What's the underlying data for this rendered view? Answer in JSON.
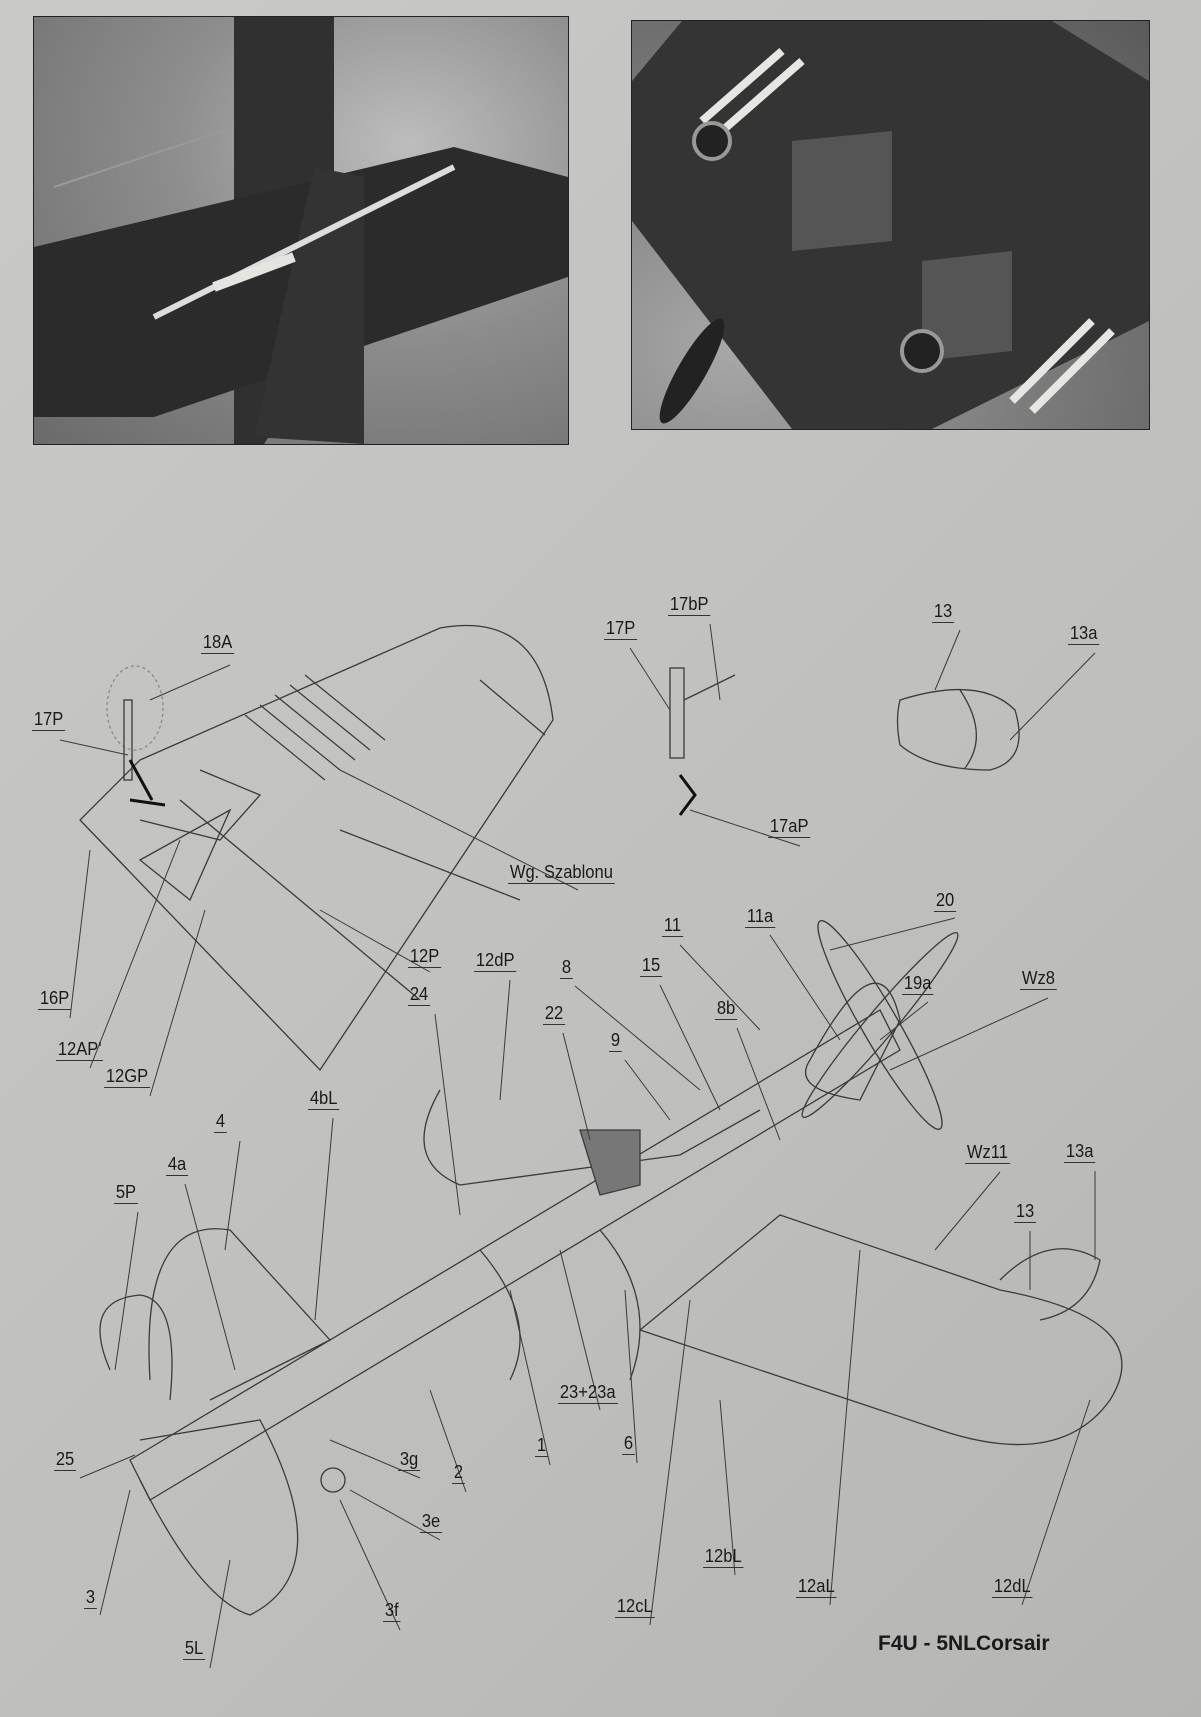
{
  "photos": [
    {
      "caption": ""
    },
    {
      "caption": ""
    }
  ],
  "labels": {
    "l18A": "18A",
    "l17P_left": "17P",
    "wg_szablonu": "Wg. Szablonu",
    "l12P": "12P",
    "l12dP": "12dP",
    "l16P": "16P",
    "l12AP": "12AP'",
    "l12GP": "12GP",
    "l17bP": "17bP",
    "l17P_mid": "17P",
    "l17aP": "17aP",
    "l13_top": "13",
    "l13a_top": "13a",
    "l20": "20",
    "l11a": "11a",
    "l11": "11",
    "l19a": "19a",
    "lWz8": "Wz8",
    "l8": "8",
    "l15": "15",
    "l24": "24",
    "l22": "22",
    "l8b": "8b",
    "l9": "9",
    "l4bL": "4bL",
    "l4": "4",
    "l4a": "4a",
    "l5P": "5P",
    "lWz11": "Wz11",
    "l13a_right": "13a",
    "l13_right": "13",
    "l23": "23+23a",
    "l1": "1",
    "l6": "6",
    "l25": "25",
    "l3g": "3g",
    "l2": "2",
    "l3e": "3e",
    "l12bL": "12bL",
    "l12aL": "12aL",
    "l12dL": "12dL",
    "l3": "3",
    "l3f": "3f",
    "l12cL": "12cL",
    "l5L": "5L"
  },
  "footer": {
    "title": "F4U - 5NLCorsair"
  },
  "colors": {
    "paper": "#c4c4c2",
    "ink": "#333333",
    "cockpit_fill": "#777777"
  }
}
